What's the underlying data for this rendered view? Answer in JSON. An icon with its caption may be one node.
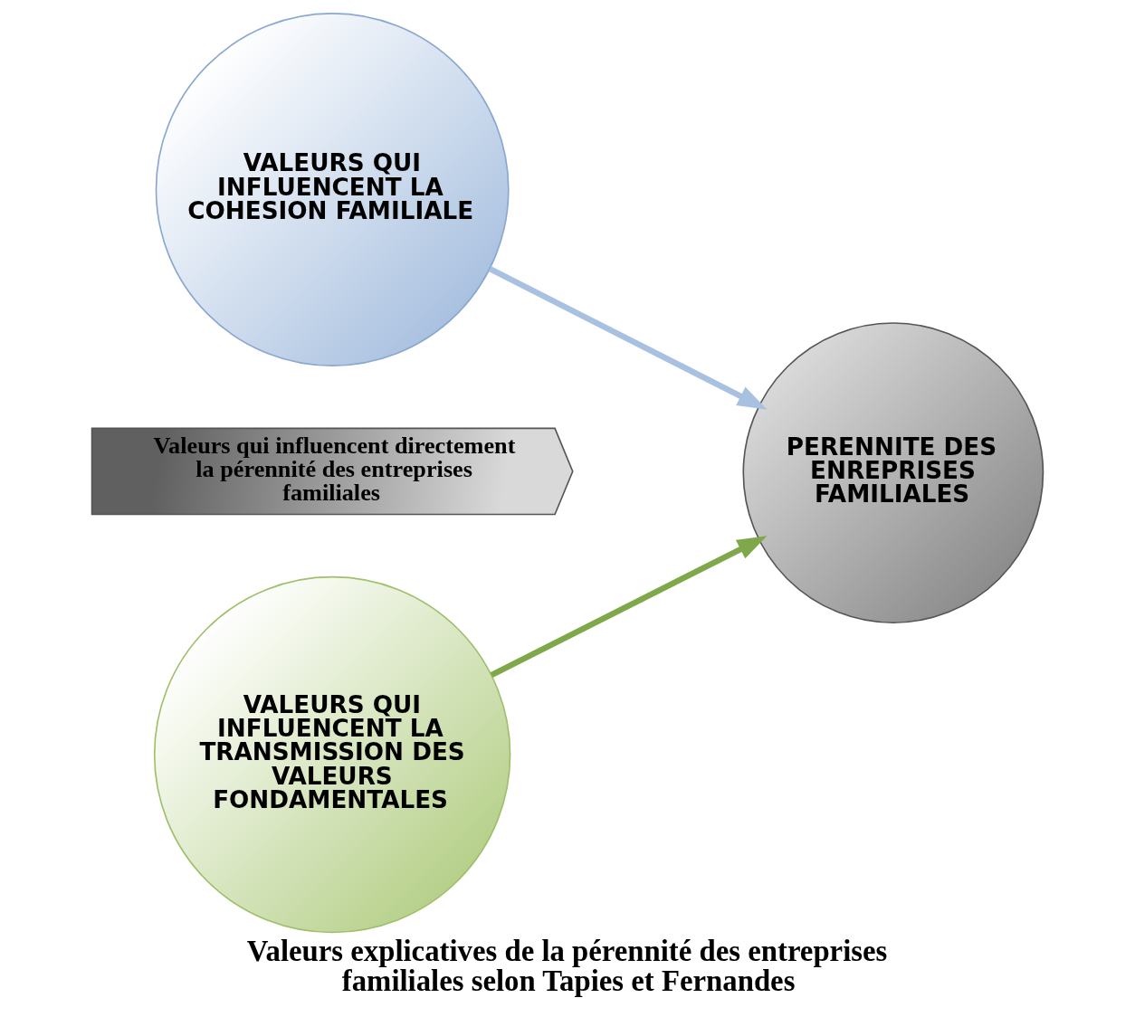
{
  "diagram": {
    "caption": "Valeurs explicatives de la pérennité des entreprises familiales selon Tapies et Fernandes",
    "nodes": [
      {
        "text": [
          "VALEURS QUI INFLUENCENT LA COHESION FAMILIALE"
        ]
      },
      {
        "text": [
          "Valeurs qui influencent directement la pérennité des entreprises familiales"
        ]
      },
      {
        "text": [
          "VALEURS QUI INFLUENCENT LA TRANSMISSION DES VALEURS FONDAMENTALES"
        ]
      },
      {
        "text": [
          "PERENNITE DES ENREPRISES FAMILIALES"
        ]
      }
    ],
    "edges": [
      {
        "from": 0,
        "to": 3,
        "arrow": "to",
        "color": "#a9c1e0"
      },
      {
        "from": 2,
        "to": 3,
        "arrow": "to",
        "color": "#7fa84a"
      }
    ]
  }
}
